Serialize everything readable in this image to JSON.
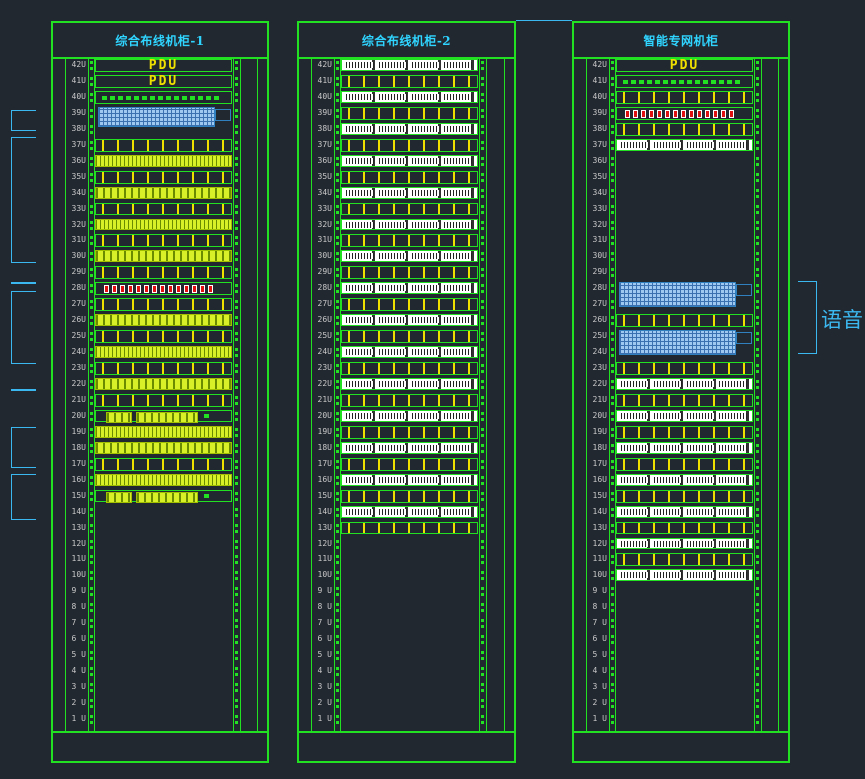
{
  "cabinets": [
    {
      "title": "综合布线机柜-1"
    },
    {
      "title": "综合布线机柜-2"
    },
    {
      "title": "智能专网机柜"
    }
  ],
  "u_labels": [
    "42U",
    "41U",
    "40U",
    "39U",
    "38U",
    "37U",
    "36U",
    "35U",
    "34U",
    "33U",
    "32U",
    "31U",
    "30U",
    "29U",
    "28U",
    "27U",
    "26U",
    "25U",
    "24U",
    "23U",
    "22U",
    "21U",
    "20U",
    "19U",
    "18U",
    "17U",
    "16U",
    "15U",
    "14U",
    "13U",
    "12U",
    "11U",
    "10U",
    "9 U",
    "8 U",
    "7 U",
    "6 U",
    "5 U",
    "4 U",
    "3 U",
    "2 U",
    "1 U"
  ],
  "pdu_label": "PDU",
  "voice_label": "语音",
  "colors": {
    "frame": "#22e022",
    "title": "#2fd4ff",
    "bracket": "#3cb8f0",
    "background": "#212830"
  }
}
